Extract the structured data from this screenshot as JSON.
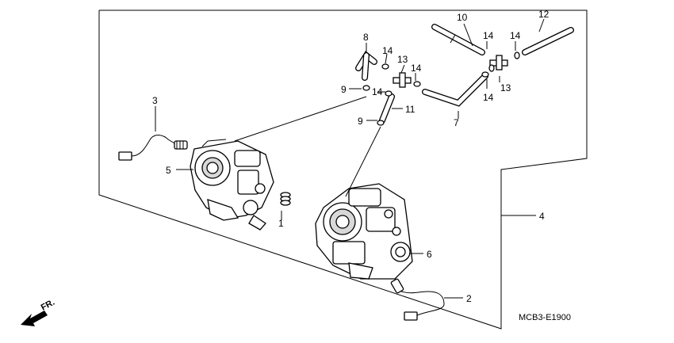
{
  "diagram": {
    "code": "MCB3-E1900",
    "direction_label": "FR.",
    "callouts": [
      {
        "id": "c1",
        "text": "1"
      },
      {
        "id": "c2",
        "text": "2"
      },
      {
        "id": "c3",
        "text": "3"
      },
      {
        "id": "c4",
        "text": "4"
      },
      {
        "id": "c5",
        "text": "5"
      },
      {
        "id": "c6",
        "text": "6"
      },
      {
        "id": "c7",
        "text": "7"
      },
      {
        "id": "c8",
        "text": "8"
      },
      {
        "id": "c9a",
        "text": "9"
      },
      {
        "id": "c9b",
        "text": "9"
      },
      {
        "id": "c10",
        "text": "10"
      },
      {
        "id": "c11",
        "text": "11"
      },
      {
        "id": "c12",
        "text": "12"
      },
      {
        "id": "c13a",
        "text": "13"
      },
      {
        "id": "c13b",
        "text": "13"
      },
      {
        "id": "c14a",
        "text": "14"
      },
      {
        "id": "c14b",
        "text": "14"
      },
      {
        "id": "c14c",
        "text": "14"
      },
      {
        "id": "c14d",
        "text": "14"
      },
      {
        "id": "c14e",
        "text": "14"
      },
      {
        "id": "c14f",
        "text": "14"
      }
    ]
  }
}
